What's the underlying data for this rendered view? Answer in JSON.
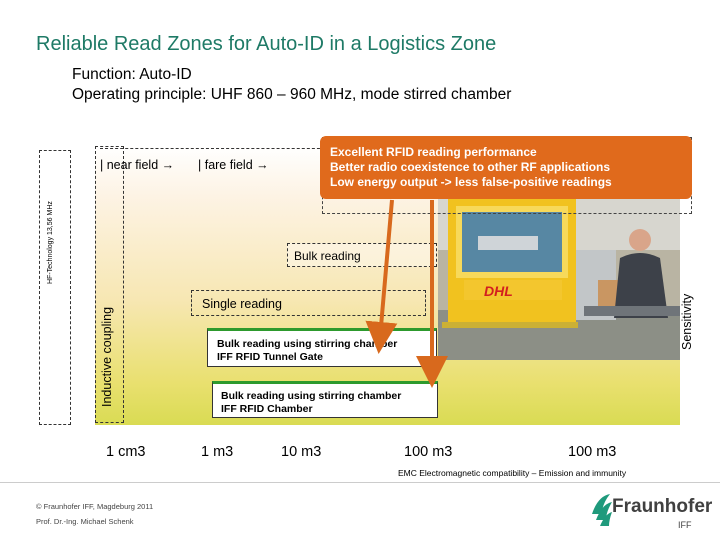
{
  "title": "Reliable Read Zones for Auto-ID in a Logistics Zone",
  "subtitle": {
    "function": "Function: Auto-ID",
    "principle": "Operating principle: UHF 860 – 960 MHz, mode stirred chamber"
  },
  "side_labels": {
    "hf": "HF-Technology 13,56 MHz",
    "inductive": "Inductive coupling",
    "sensitivity": "Sensitivity"
  },
  "fields": {
    "near": "| near field ",
    "fare": "| fare field "
  },
  "callout": {
    "line1": "Excellent RFID reading performance",
    "line2": "Better radio coexistence to other RF applications",
    "line3": "Low energy output  -> less  false-positive readings"
  },
  "zones": {
    "bulk": "Bulk reading",
    "single": "Single reading",
    "tunnel_line1": "Bulk reading using stirring chamber",
    "tunnel_line2": "IFF RFID Tunnel Gate",
    "chamber_line1": "Bulk reading using stirring chamber",
    "chamber_line2": "IFF RFID Chamber"
  },
  "axis": [
    "1 cm3",
    "1 m3",
    "10 m3",
    "100 m3",
    "100 m3"
  ],
  "emc_note": "EMC Electromagnetic compatibility – Emission and immunity",
  "footer": {
    "copyright": "© Fraunhofer IFF, Magdeburg 2011",
    "author": "Prof. Dr.-Ing. Michael Schenk"
  },
  "logo": {
    "name": "Fraunhofer",
    "sub": "IFF"
  },
  "colors": {
    "title": "#1e7a66",
    "callout": "#e06a1c",
    "arrow": "#d8691d",
    "box_accent": "#2d9a2d"
  }
}
